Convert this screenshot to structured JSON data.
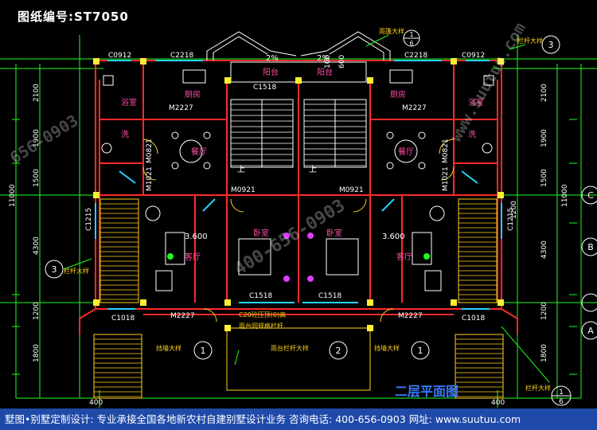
{
  "header": {
    "drawing_no": "图纸编号:ST7050"
  },
  "footer": {
    "text": "墅图•别墅定制设计: 专业承接全国各地新农村自建别墅设计业务  咨询电话: 400-656-0903  网址: www.suutuu.com"
  },
  "plan_title": "二层平面图",
  "watermarks": [
    "656-0903",
    "400-656-0903",
    "www.suutuu.com"
  ],
  "dims": {
    "left": [
      "2100",
      "1900",
      "1500",
      "4300",
      "1200",
      "1800"
    ],
    "right": [
      "2100",
      "1900",
      "1500",
      "1200",
      "4300",
      "1200",
      "1800"
    ],
    "overall": "11000",
    "bottom": [
      "400",
      "400"
    ],
    "balcony_top": [
      "100",
      "600"
    ]
  },
  "axes": {
    "left": [
      "3"
    ],
    "right": [
      "3",
      "C",
      "B",
      "A"
    ],
    "details": [
      "1",
      "2",
      "1",
      "3",
      "6",
      "6"
    ]
  },
  "rooms": {
    "kitchen": "厨房",
    "bath": "浴室",
    "wash": "洗",
    "dining": "餐厅",
    "living": "客厅",
    "bedroom": "卧室",
    "balcony": "阳台",
    "up": "上"
  },
  "doors": [
    "M2227",
    "M0821",
    "M1021",
    "M0921",
    "M0821"
  ],
  "windows": [
    "C0912",
    "C2218",
    "C1518",
    "C1215",
    "C1018"
  ],
  "notes": {
    "floor_level": "3.600",
    "slope": "2%",
    "top_detail": "雨篷大样",
    "right_detail": "栏杆大样",
    "left_detail": "栏杆大样",
    "bottom_left": "挡墙大样",
    "bottom_right": "挡墙大样",
    "rail_center": "雨台栏杆大样",
    "rail_note": "C20砼压顶(0)高",
    "rail_note2": "雨台同规格栏杆"
  }
}
